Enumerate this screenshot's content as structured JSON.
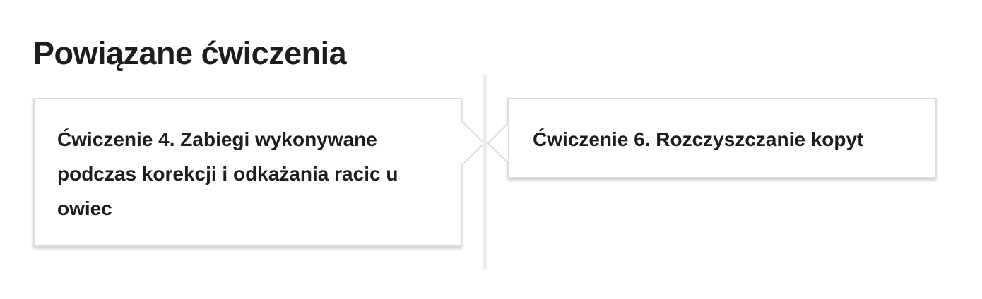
{
  "section": {
    "title": "Powiązane ćwiczenia"
  },
  "related_exercises": [
    {
      "label": "Ćwiczenie 4. Zabiegi wykonywane podczas korekcji i odkażania racic u owiec",
      "direction": "previous"
    },
    {
      "label": "Ćwiczenie 6. Rozczyszczanie kopyt",
      "direction": "next"
    }
  ],
  "colors": {
    "text": "#1d1d1d",
    "card_border": "#dcdcdc",
    "divider": "#ececec",
    "background": "#ffffff"
  }
}
